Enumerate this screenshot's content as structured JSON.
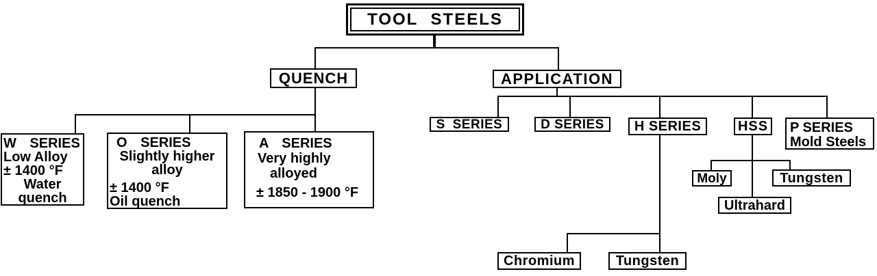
{
  "root": {
    "label": "TOOL STEELS"
  },
  "nodes": {
    "quench": {
      "label": "QUENCH"
    },
    "application": {
      "label": "APPLICATION"
    },
    "w_series": {
      "lines": [
        "W SERIES",
        "Low Alloy",
        "± 1400 °F",
        "Water",
        "quench"
      ]
    },
    "o_series": {
      "lines": [
        "O SERIES",
        "Slightly higher",
        "alloy",
        "± 1400 °F",
        "Oil quench"
      ]
    },
    "a_series": {
      "lines": [
        "A SERIES",
        "Very highly",
        "alloyed",
        "± 1850 - 1900 °F"
      ]
    },
    "s_series": {
      "label": "S SERIES"
    },
    "d_series": {
      "label": "D SERIES"
    },
    "h_series": {
      "label": "H SERIES"
    },
    "hss": {
      "label": "HSS"
    },
    "p_series": {
      "lines": [
        "P SERIES",
        "Mold Steels"
      ]
    },
    "moly": {
      "label": "Moly"
    },
    "tungsten_hss": {
      "label": "Tungsten"
    },
    "ultrahard": {
      "label": "Ultrahard"
    },
    "chromium": {
      "label": "Chromium"
    },
    "tungsten_h": {
      "label": "Tungsten"
    }
  },
  "hierarchy": [
    {
      "parent": "root",
      "children": [
        "quench",
        "application"
      ]
    },
    {
      "parent": "quench",
      "children": [
        "w_series",
        "o_series",
        "a_series"
      ]
    },
    {
      "parent": "application",
      "children": [
        "s_series",
        "d_series",
        "h_series",
        "hss",
        "p_series"
      ]
    },
    {
      "parent": "hss",
      "children": [
        "moly",
        "ultrahard",
        "tungsten_hss"
      ]
    },
    {
      "parent": "h_series",
      "children": [
        "chromium",
        "tungsten_h"
      ]
    }
  ],
  "colors": {
    "background": "#ffffff",
    "line": "#000000",
    "box_border": "#000000",
    "text": "#000000"
  }
}
